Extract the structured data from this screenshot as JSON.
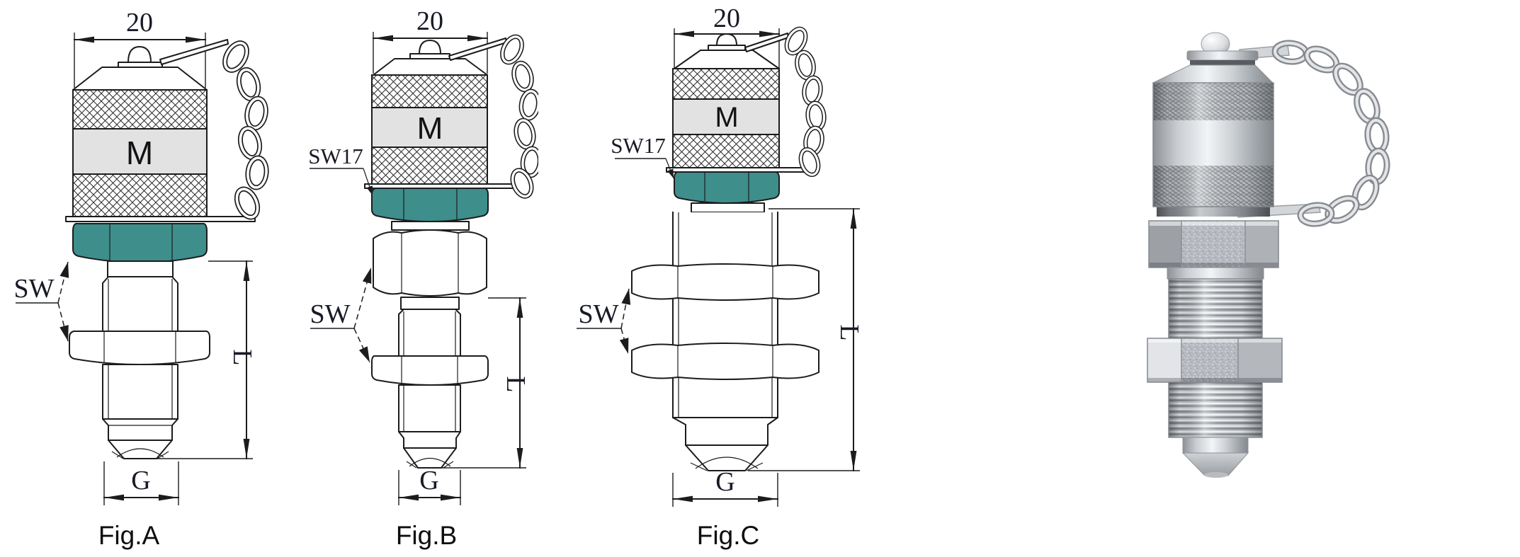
{
  "page": {
    "background": "#ffffff"
  },
  "colors": {
    "nut_teal": "#3E8E8B",
    "cap_band_gray": "#e2e2e3",
    "line_ink": "#1c1c1e"
  },
  "figures": [
    {
      "name": "Fig.A",
      "top_width": "20",
      "cap_marking": "M",
      "wrench_label": "SW",
      "length_label": "L",
      "thread_label": "G"
    },
    {
      "name": "Fig.B",
      "top_width": "20",
      "cap_marking": "M",
      "cap_hex_label": "SW17",
      "wrench_label": "SW",
      "length_label": "L",
      "thread_label": "G"
    },
    {
      "name": "Fig.C",
      "top_width": "20",
      "cap_marking": "M",
      "cap_hex_label": "SW17",
      "wrench_label": "SW",
      "length_label": "L",
      "thread_label": "G"
    }
  ]
}
